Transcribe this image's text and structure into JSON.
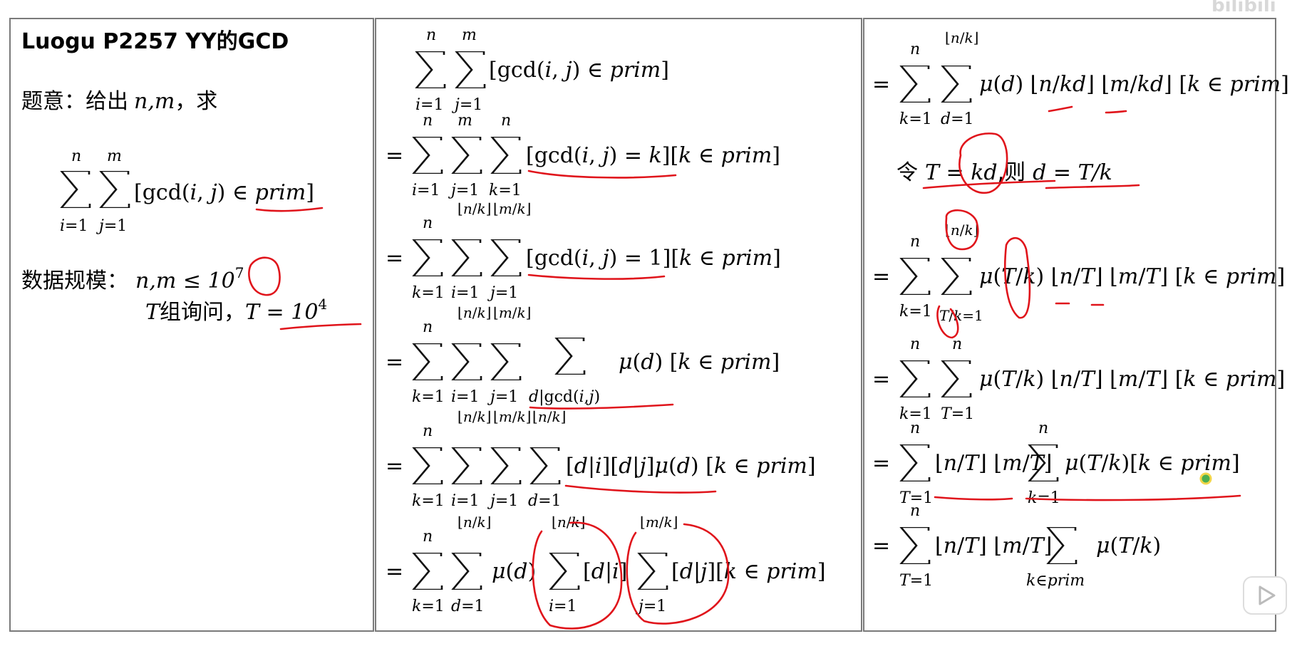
{
  "header": {
    "title": "Luogu P2257 YY的GCD",
    "problem_label": "题意：给出",
    "problem_vars": "n,m",
    "problem_ask": "，求",
    "constraint_label": "数据规模：",
    "constraint_nm": "n,m ≤ 10",
    "constraint_nm_exp": "7",
    "constraint_t_prefix": "T",
    "constraint_t_label": "组询问，",
    "constraint_t": "T = 10",
    "constraint_t_exp": "4"
  },
  "hint": {
    "let": "令",
    "let_expr": "T = kd",
    "then": ",则",
    "then_expr": "d = T/k"
  },
  "watermark": "bilibili",
  "colors": {
    "ink": "#e0141b",
    "border": "#7a7a7a"
  }
}
